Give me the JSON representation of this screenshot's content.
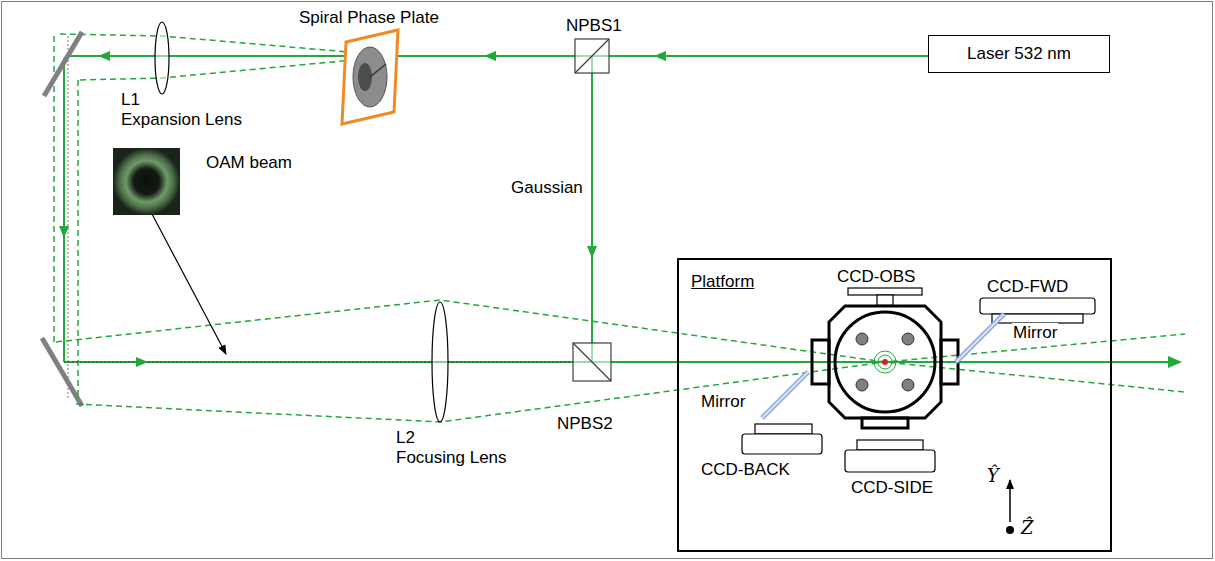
{
  "diagram": {
    "nodes": [
      {
        "text": [
          "Laser 532 nm"
        ]
      },
      {
        "text": [
          "Platform"
        ]
      }
    ],
    "labels": [
      "Spiral Phase Plate",
      "NPBS1",
      "L1",
      "Expansion Lens",
      "Gaussian",
      "OAM beam",
      "CCD-OBS",
      "CCD-FWD",
      "Mirror",
      "Mirror",
      "L2",
      "Focusing Lens",
      "NPBS2",
      "CCD-BACK",
      "CCD-SIDE",
      "Ŷ",
      "Ẑ"
    ]
  }
}
